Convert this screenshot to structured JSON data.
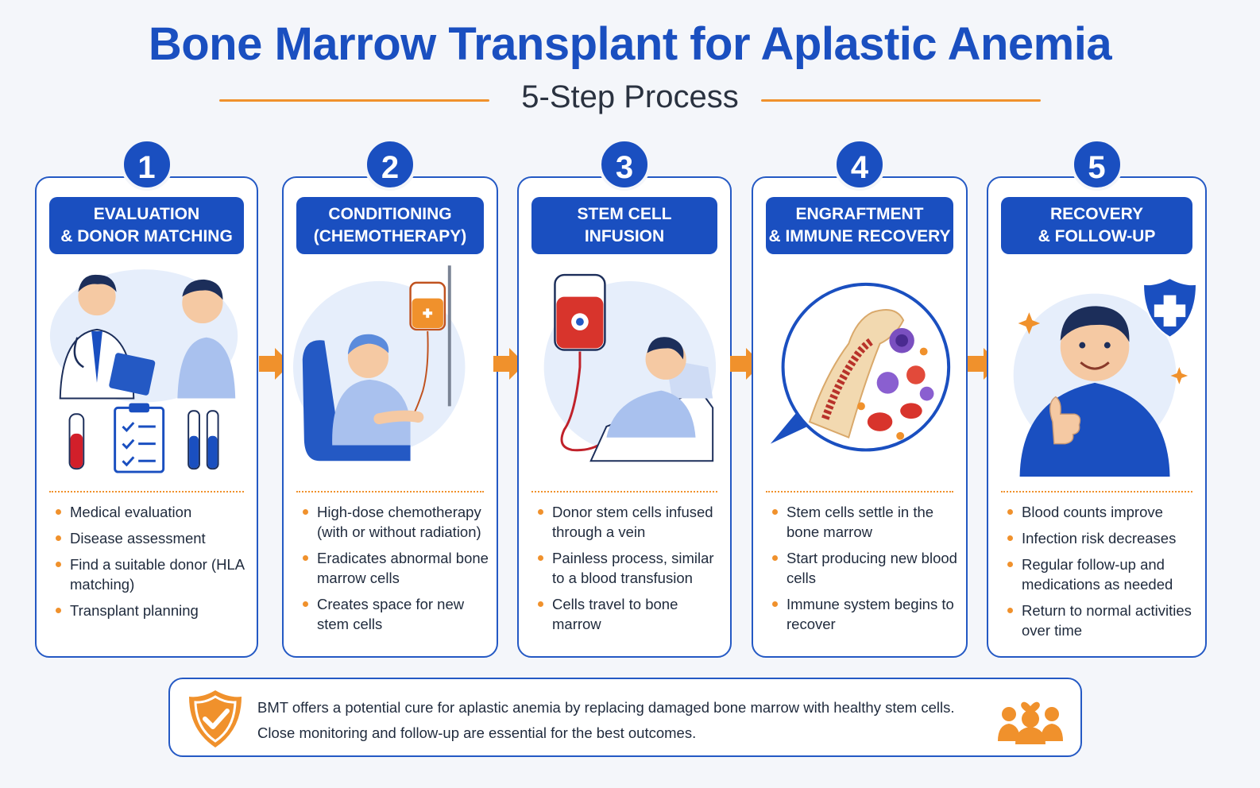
{
  "title": "Bone Marrow Transplant for Aplastic Anemia",
  "subtitle": "5-Step Process",
  "colors": {
    "primary": "#1a4fc0",
    "accent": "#f0912c",
    "background": "#f4f6fa"
  },
  "steps": [
    {
      "number": "1",
      "header_line1": "EVALUATION",
      "header_line2": "& DONOR MATCHING",
      "icon": "doctor-patient-icon",
      "bullets": [
        "Medical evaluation",
        "Disease assessment",
        "Find a suitable donor (HLA matching)",
        "Transplant planning"
      ]
    },
    {
      "number": "2",
      "header_line1": "CONDITIONING",
      "header_line2": "(CHEMOTHERAPY)",
      "icon": "chemotherapy-iv-icon",
      "bullets": [
        "High-dose chemotherapy (with or without radiation)",
        "Eradicates abnormal bone marrow cells",
        "Creates space for new stem cells"
      ]
    },
    {
      "number": "3",
      "header_line1": "STEM CELL",
      "header_line2": "INFUSION",
      "icon": "stem-cell-infusion-icon",
      "bullets": [
        "Donor stem cells infused through a vein",
        "Painless process, similar to a blood transfusion",
        "Cells travel to bone marrow"
      ]
    },
    {
      "number": "4",
      "header_line1": "ENGRAFTMENT",
      "header_line2": "& IMMUNE RECOVERY",
      "icon": "bone-marrow-cells-icon",
      "bullets": [
        "Stem cells settle in the bone marrow",
        "Start producing new blood cells",
        "Immune system begins to recover"
      ]
    },
    {
      "number": "5",
      "header_line1": "RECOVERY",
      "header_line2": "& FOLLOW-UP",
      "icon": "healthy-patient-icon",
      "bullets": [
        "Blood counts improve",
        "Infection risk decreases",
        "Regular follow-up and medications as needed",
        "Return to normal activities over time"
      ]
    }
  ],
  "note": {
    "line1": "BMT offers a potential cure for aplastic anemia by replacing damaged bone marrow with healthy stem cells.",
    "line2": "Close monitoring and follow-up are essential for the best outcomes.",
    "left_icon": "shield-check-icon",
    "right_icon": "people-heart-icon"
  }
}
